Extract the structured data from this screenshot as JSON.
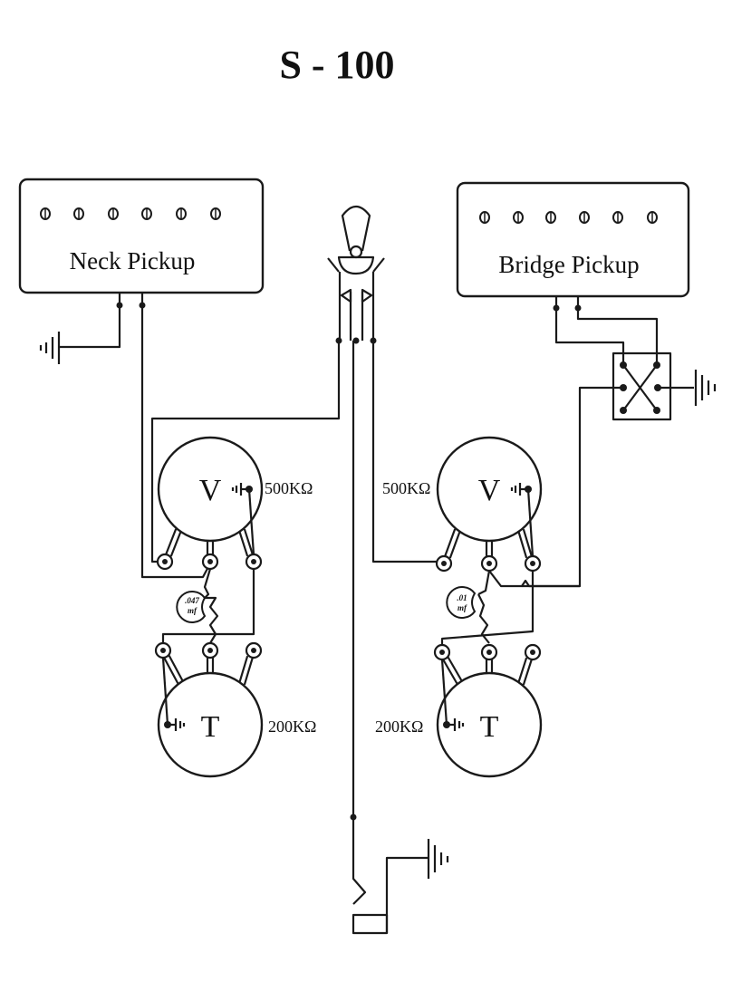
{
  "title": "S - 100",
  "neck_pickup": {
    "label": "Neck Pickup"
  },
  "bridge_pickup": {
    "label": "Bridge Pickup"
  },
  "neck_controls": {
    "volume": {
      "letter": "V",
      "value": "500KΩ"
    },
    "tone": {
      "letter": "T",
      "value": "200KΩ"
    },
    "capacitor": {
      "value": ".047",
      "unit": "mf"
    }
  },
  "bridge_controls": {
    "volume": {
      "letter": "V",
      "value": "500KΩ"
    },
    "tone": {
      "letter": "T",
      "value": "200KΩ"
    },
    "capacitor": {
      "value": ".01",
      "unit": "mf"
    }
  },
  "colors": {
    "ink": "#1a1a1a",
    "background": "#ffffff"
  }
}
